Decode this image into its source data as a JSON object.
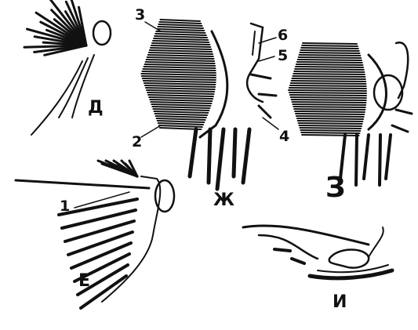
{
  "panel_labels": {
    "d": "Д",
    "e": "Е",
    "zh": "Ж",
    "z": "З",
    "i": "И"
  },
  "part_numbers": {
    "n1": "1",
    "n2": "2",
    "n3": "3",
    "n4": "4",
    "n5": "5",
    "n6": "6"
  },
  "colors": {
    "ink": "#111111",
    "paper": "#ffffff"
  }
}
